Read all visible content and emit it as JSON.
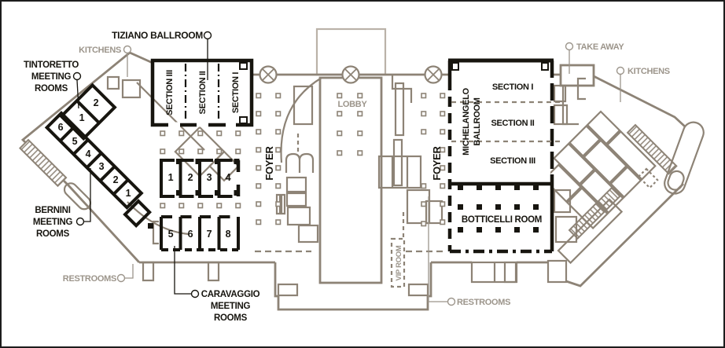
{
  "colors": {
    "wall": "#8d8376",
    "wall_light": "#bab2a8",
    "ink": "#17150f",
    "muted_text": "#9c958b"
  },
  "labels": {
    "tiziano": "TIZIANO BALLROOM",
    "tintoretto": [
      "TINTORETTO",
      "MEETING",
      "ROOMS"
    ],
    "bernini": [
      "BERNINI",
      "MEETING",
      "ROOMS"
    ],
    "caravaggio": [
      "CARAVAGGIO",
      "MEETING",
      "ROOMS"
    ],
    "kitchens_left": "KITCHENS",
    "kitchens_right": "KITCHENS",
    "take_away": "TAKE AWAY",
    "restrooms_left": "RESTROOMS",
    "restrooms_right": "RESTROOMS",
    "lobby": "LOBBY",
    "vip_room": "VIP ROOM",
    "foyer_left": "FOYER",
    "foyer_right": "FOYER",
    "michelangelo": [
      "MICHELANGELO",
      "BALLROOM"
    ],
    "botticelli": "BOTTICELLI ROOM",
    "tiziano_sections": [
      "SECTION III",
      "SECTION II",
      "SECTION I"
    ],
    "michelangelo_sections": [
      "SECTION I",
      "SECTION II",
      "SECTION III"
    ]
  },
  "room_numbers": {
    "tintoretto_pair": [
      "2",
      "1"
    ],
    "diagonal": [
      "6",
      "5",
      "4",
      "3",
      "2",
      "1"
    ],
    "caravaggio_top": [
      "1",
      "2",
      "3",
      "4"
    ],
    "caravaggio_bottom": [
      "5",
      "6",
      "7",
      "8"
    ]
  }
}
